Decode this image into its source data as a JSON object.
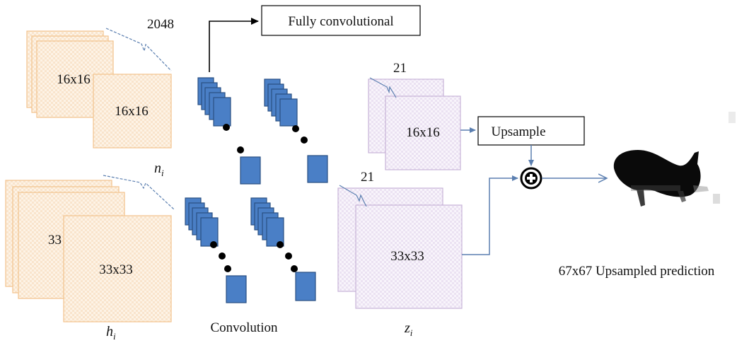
{
  "diagram": {
    "top_feature": {
      "depth": "2048",
      "back_label": "16x16",
      "front_label": "16x16",
      "dim_label": "n",
      "dim_sub": "i"
    },
    "bottom_feature": {
      "back_label": "33",
      "front_label": "33x33",
      "dim_label": "h",
      "dim_sub": "i"
    },
    "conv_caption": "Convolution",
    "fully_conv_label": "Fully convolutional",
    "score_top": {
      "depth": "21",
      "label": "16x16"
    },
    "score_bottom": {
      "depth": "21",
      "label": "33x33",
      "dim_label": "z",
      "dim_sub": "i"
    },
    "upsample_label": "Upsample",
    "sum_symbol": "+",
    "prediction_caption": "67x67 Upsampled prediction"
  },
  "colors": {
    "feature_fill": "#fdf1e2",
    "feature_border": "#f2c28c",
    "score_fill": "#f6f0fa",
    "score_border": "#c8b4d8",
    "conv_fill": "#4a7fc6",
    "conv_border": "#2a4f82",
    "arrow": "#5b7fb0",
    "dot": "#000000"
  }
}
